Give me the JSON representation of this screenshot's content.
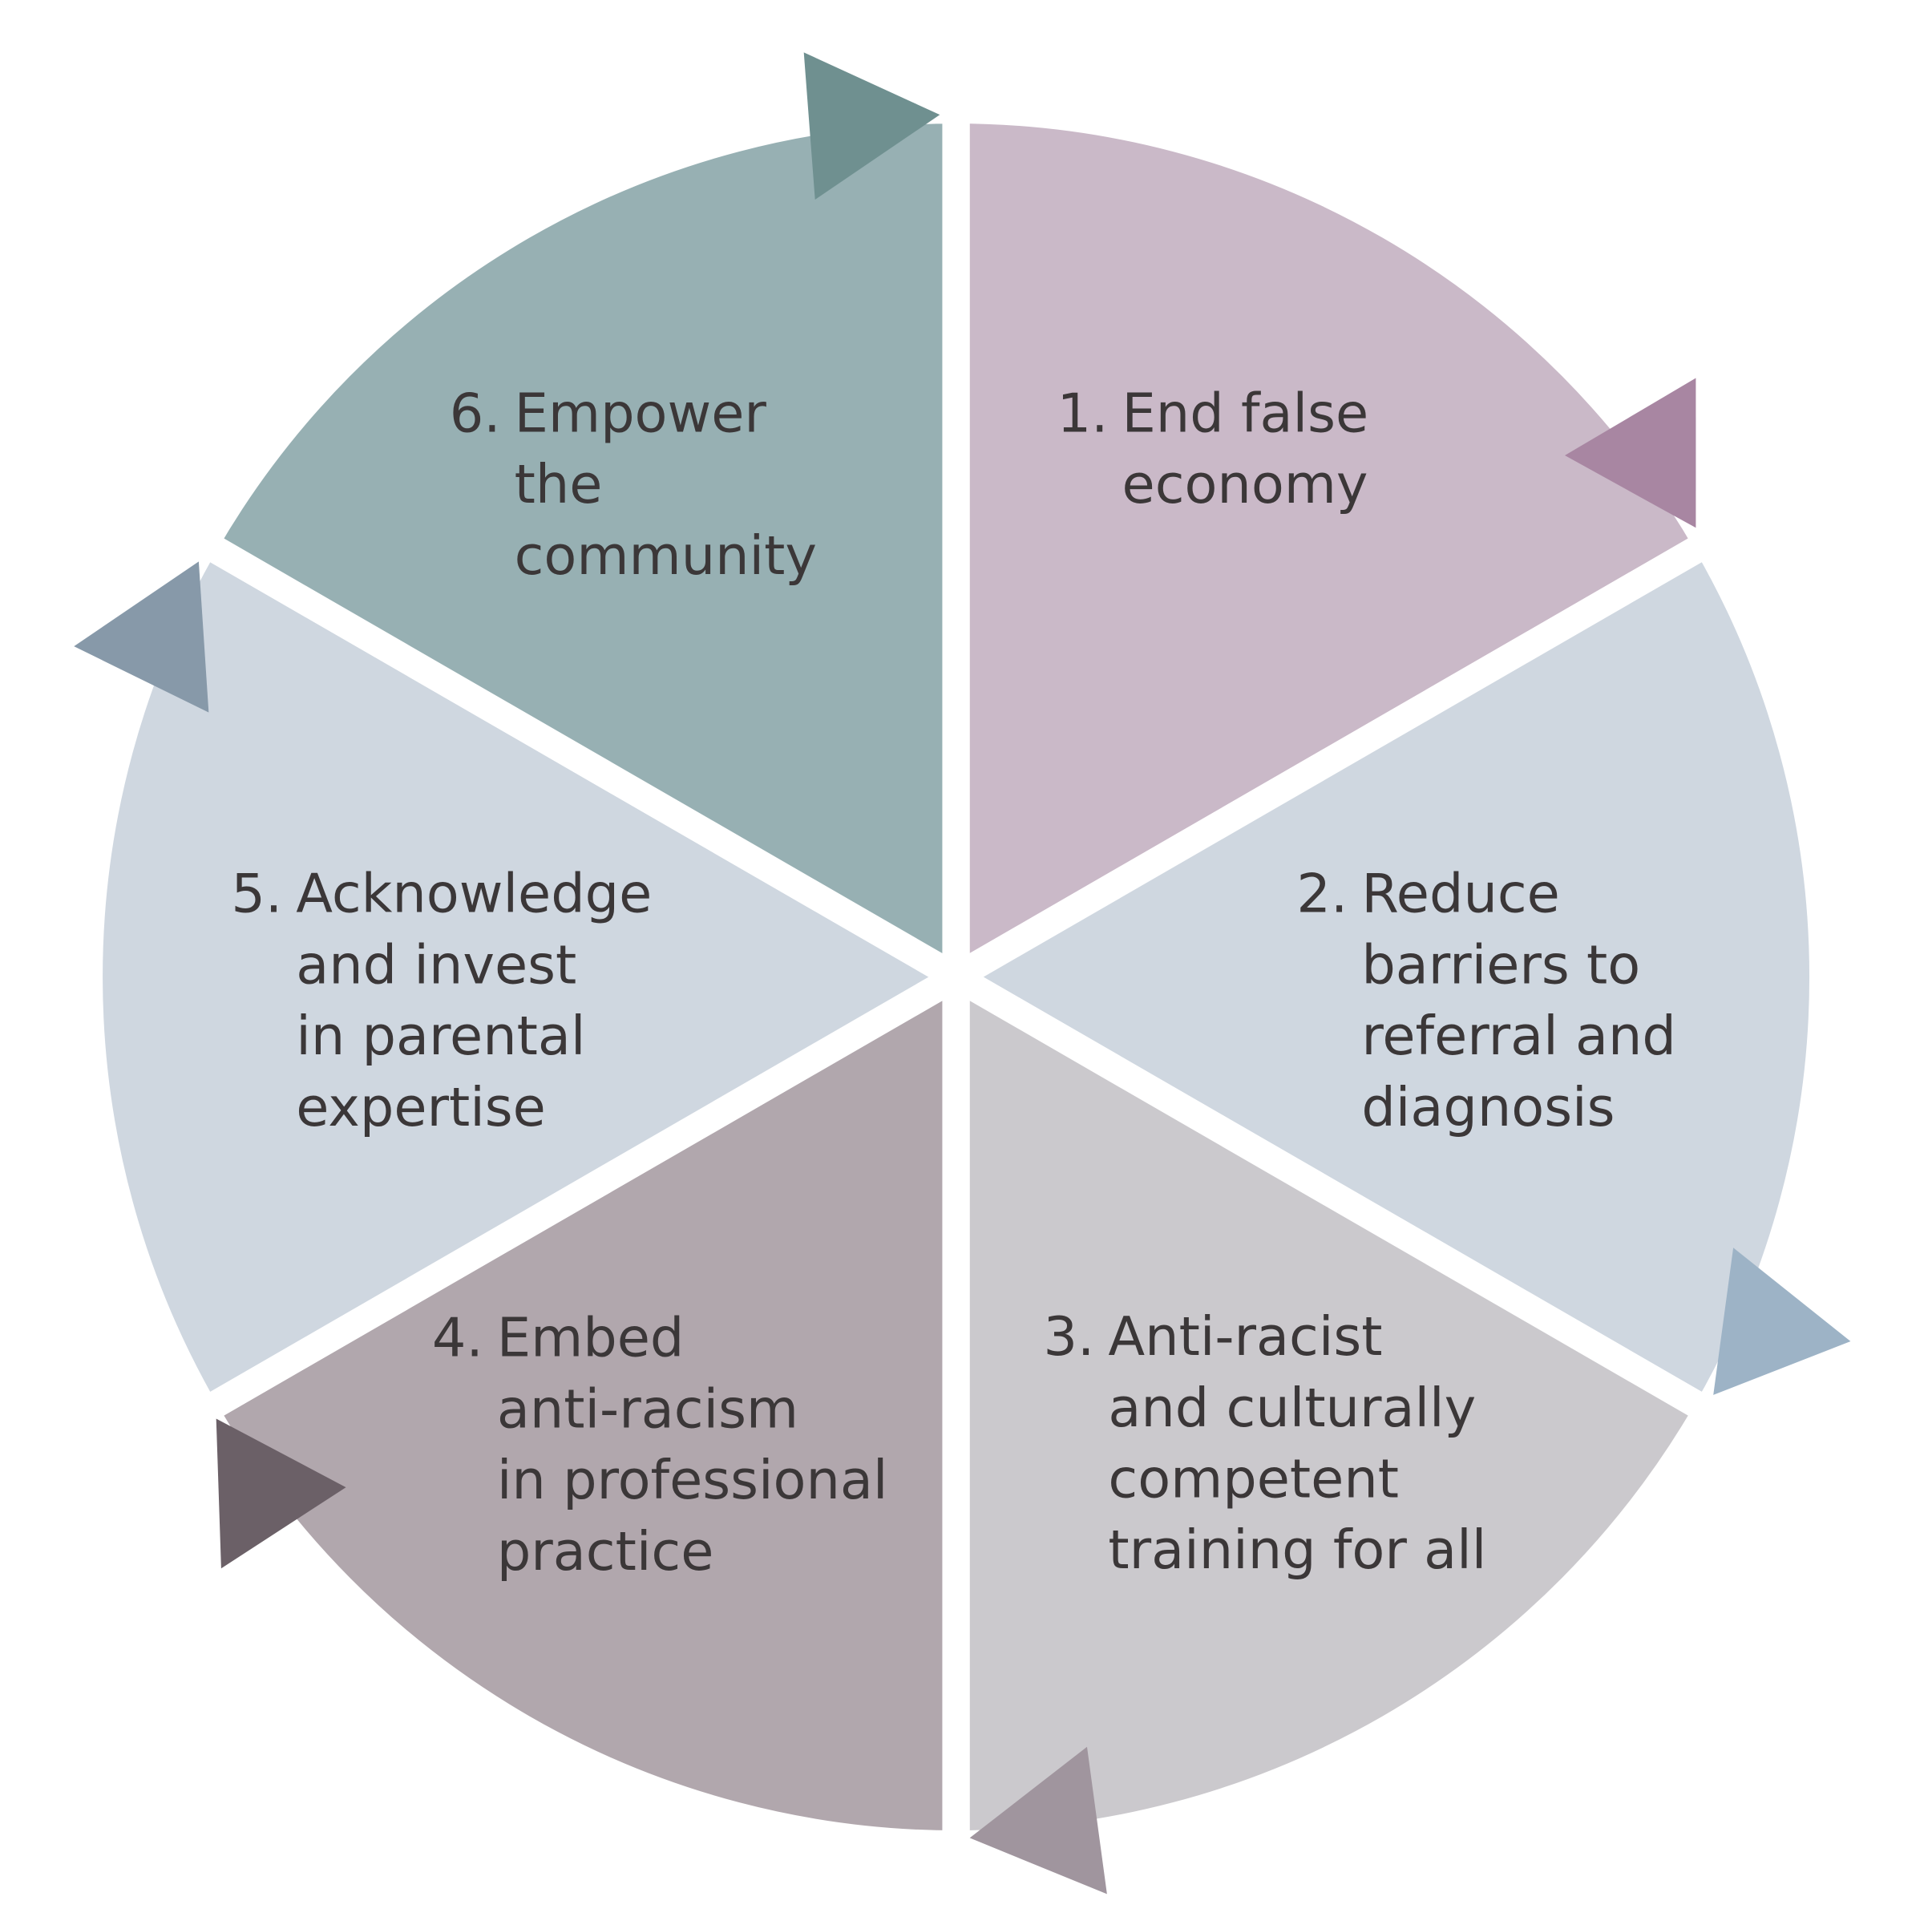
{
  "colors": {
    "text": "#3b3738",
    "segments": [
      "#cab9c8",
      "#cfd7e0",
      "#cbc9cd",
      "#b1a7ad",
      "#cfd7e0",
      "#97b0b3"
    ],
    "arrows": [
      "#a886a2",
      "#9db3c6",
      "#a0959e",
      "#6b6067",
      "#8799a9",
      "#6f9090"
    ]
  },
  "segments": [
    {
      "number": "1.",
      "lines": [
        "End false",
        "economy"
      ]
    },
    {
      "number": "2.",
      "lines": [
        "Reduce",
        "barriers to",
        "referral and",
        "diagnosis"
      ]
    },
    {
      "number": "3.",
      "lines": [
        "Anti-racist",
        "and culturally",
        "competent",
        "training for all"
      ]
    },
    {
      "number": "4.",
      "lines": [
        "Embed",
        "anti-racism",
        "in professional",
        "practice"
      ]
    },
    {
      "number": "5.",
      "lines": [
        "Acknowledge",
        "and invest",
        "in parental",
        "expertise"
      ]
    },
    {
      "number": "6.",
      "lines": [
        "Empower",
        "the",
        "community"
      ]
    }
  ]
}
